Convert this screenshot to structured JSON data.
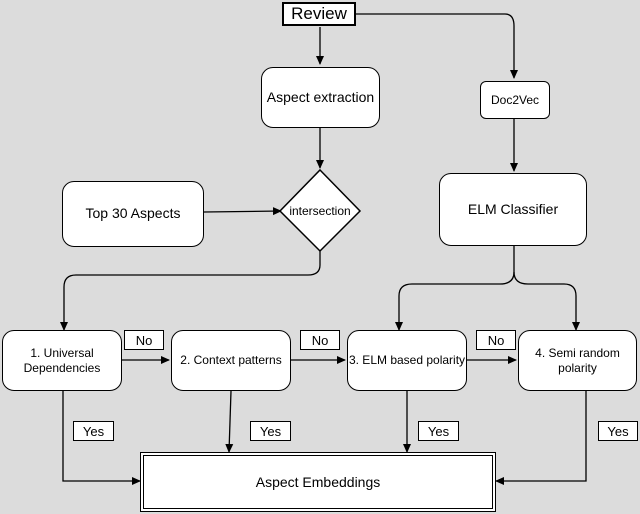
{
  "nodes": {
    "review": "Review",
    "aspect_extraction": "Aspect extraction",
    "doc2vec": "Doc2Vec",
    "top30": "Top 30 Aspects",
    "intersection": "intersection",
    "elm_classifier": "ELM Classifier",
    "universal_dependencies": "1. Universal Dependencies",
    "context_patterns": "2. Context patterns",
    "elm_polarity": "3. ELM based polarity",
    "semi_random": "4. Semi random polarity",
    "aspect_embeddings": "Aspect Embeddings"
  },
  "labels": {
    "no": "No",
    "yes": "Yes"
  }
}
